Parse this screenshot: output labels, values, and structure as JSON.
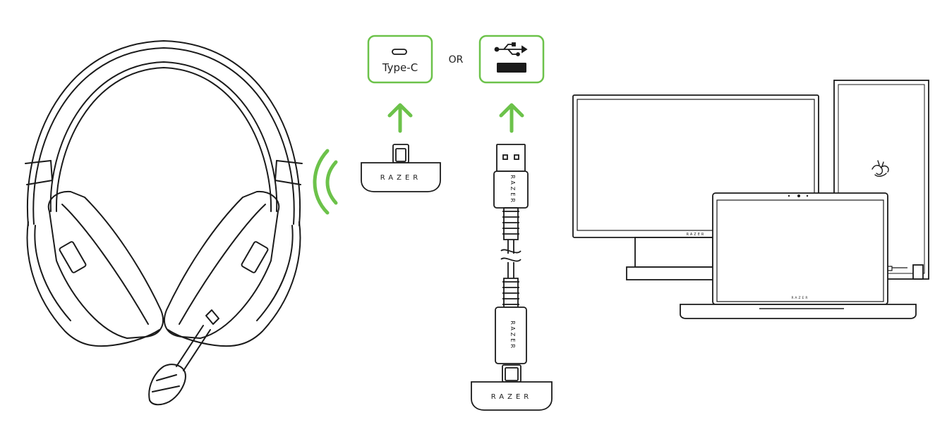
{
  "ports": {
    "typec_label": "Type-C",
    "or_label": "OR"
  },
  "dongle": {
    "brand_text": "RAZER"
  },
  "cable": {
    "brand_text": "RAZER"
  },
  "monitor": {
    "brand_text": "RAZER"
  },
  "laptop": {
    "brand_text": "RAZER"
  },
  "colors": {
    "accent": "#6cc24a",
    "line": "#1a1a1a"
  },
  "icons": [
    "usb-c-port-icon",
    "usb-a-port-icon",
    "usb-trident-icon",
    "wireless-signal-icon",
    "razer-snake-logo-icon",
    "arrow-up-icon"
  ]
}
